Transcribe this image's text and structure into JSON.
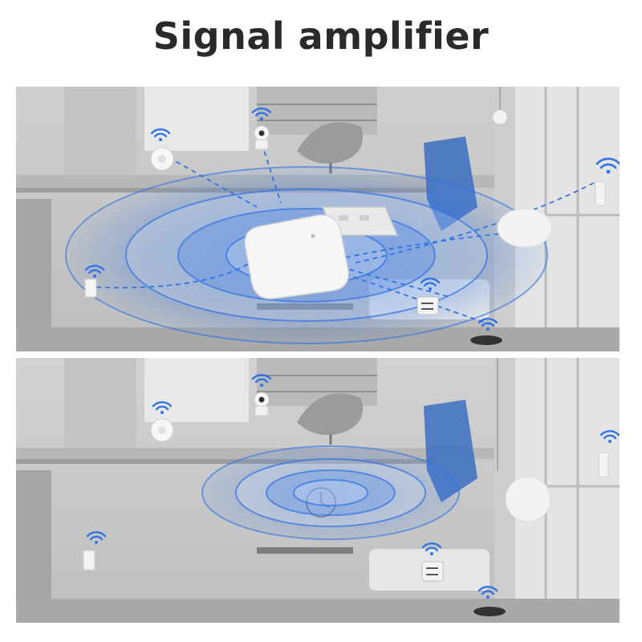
{
  "title": "Signal amplifier",
  "colors": {
    "signal_blue": "#2f74e6",
    "wall": "#d7d7d7",
    "floor": "#a9a9a9",
    "device_white": "#f6f6f6"
  },
  "scenes": [
    {
      "name": "with-amplifier",
      "ring_count": 4,
      "has_dongle": true
    },
    {
      "name": "without-amplifier",
      "ring_count": 4,
      "has_dongle": false
    }
  ]
}
